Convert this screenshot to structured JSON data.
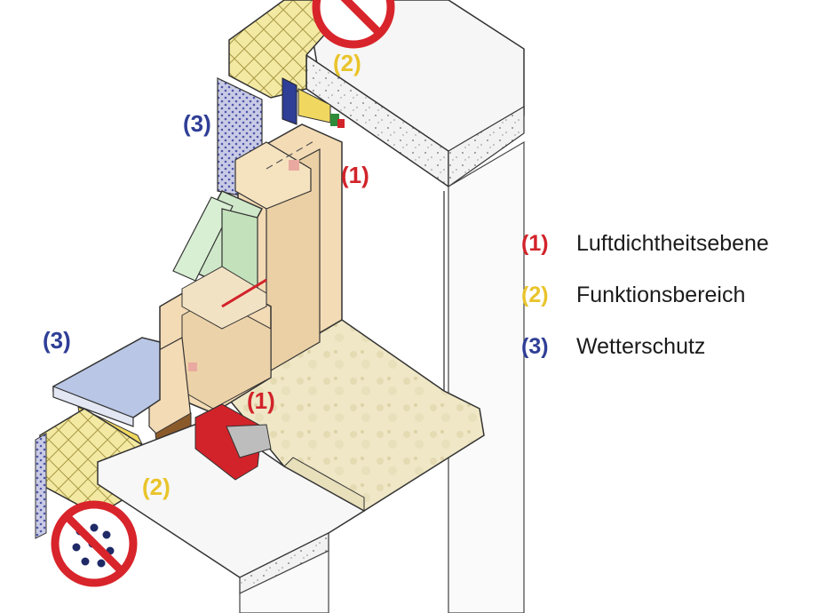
{
  "colors": {
    "airtight": "#d2232a",
    "functional": "#e9c42b",
    "weather": "#2f3e96",
    "no_water_ring": "#d8242b"
  },
  "callouts": {
    "top_function": "(2)",
    "wall_weather": "(3)",
    "frame_airtight": "(1)",
    "sill_weather": "(3)",
    "bottom_airtight": "(1)",
    "bottom_function": "(2)"
  },
  "legend": [
    {
      "num": "(1)",
      "label": "Luftdichtheitsebene",
      "color": "#d2232a"
    },
    {
      "num": "(2)",
      "label": "Funktionsbereich",
      "color": "#e9c42b"
    },
    {
      "num": "(3)",
      "label": "Wetterschutz",
      "color": "#2f3e96"
    }
  ],
  "symbols": {
    "top": "no-water-icon",
    "bottom": "no-water-icon"
  }
}
